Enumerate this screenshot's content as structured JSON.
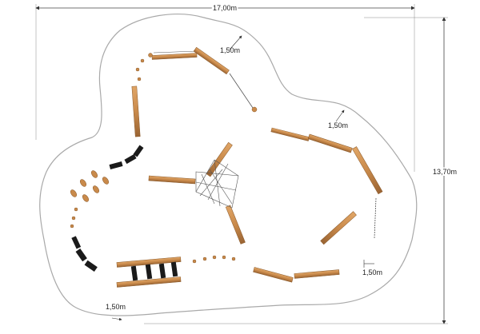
{
  "diagram": {
    "overall_width": "17,00m",
    "overall_depth": "13,70m",
    "clearance_labels": [
      "1,50m",
      "1,50m",
      "1,50m",
      "1,50m"
    ]
  },
  "colors": {
    "timber": "#c98a4b",
    "timber_dark": "#8a5a2b",
    "rubber": "#1a1a1a",
    "zone_outline": "#a9a9a9",
    "dimension_line": "#444444",
    "rope": "#555555"
  }
}
